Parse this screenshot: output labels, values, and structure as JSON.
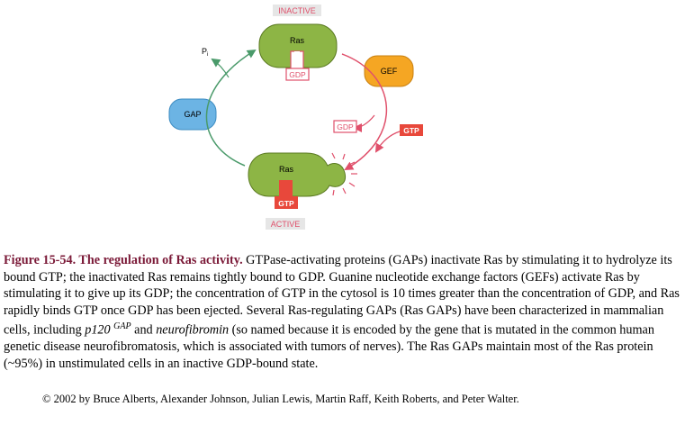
{
  "diagram": {
    "inactive_label": "INACTIVE",
    "active_label": "ACTIVE",
    "ras_top_label": "Ras",
    "ras_bottom_label": "Ras",
    "gdp_bound_label": "GDP",
    "gtp_bound_label": "GTP",
    "gef_label": "GEF",
    "gap_label": "GAP",
    "gdp_released_label": "GDP",
    "gtp_incoming_label": "GTP",
    "pi_label": "P",
    "pi_subscript": "i",
    "colors": {
      "ras_green": "#8db545",
      "ras_outline": "#5b7a22",
      "gef_orange": "#f5a623",
      "gap_blue": "#6cb4e4",
      "activation_arrow": "#e0506b",
      "inactivation_arrow": "#4a9a6a",
      "gtp_red": "#e8483b",
      "state_label_bg": "#e6e6e6"
    }
  },
  "caption": {
    "figure_label": "Figure 15-54. The regulation of Ras activity.",
    "text_part1": " GTPase-activating proteins (GAPs) inactivate Ras by stimulating it to hydrolyze its bound GTP; the inactivated Ras remains tightly bound to GDP. Guanine nucleotide exchange factors (GEFs) activate Ras by stimulating it to give up its GDP; the concentration of GTP in the cytosol is 10 times greater than the concentration of GDP, and Ras rapidly binds GTP once GDP has been ejected. Several Ras-regulating GAPs (Ras GAPs) have been characterized in mammalian cells, including ",
    "p120": "p120",
    "gap_superscript": "GAP",
    "text_and": " and ",
    "neurofibromin": "neurofibromin",
    "text_part2": " (so named because it is encoded by the gene that is mutated in the common human genetic disease neurofibromatosis, which is associated with tumors of nerves). The Ras GAPs maintain most of the Ras protein (~95%) in unstimulated cells in an inactive GDP-bound state."
  },
  "copyright": "© 2002 by Bruce Alberts, Alexander Johnson, Julian Lewis, Martin Raff, Keith Roberts, and Peter Walter."
}
